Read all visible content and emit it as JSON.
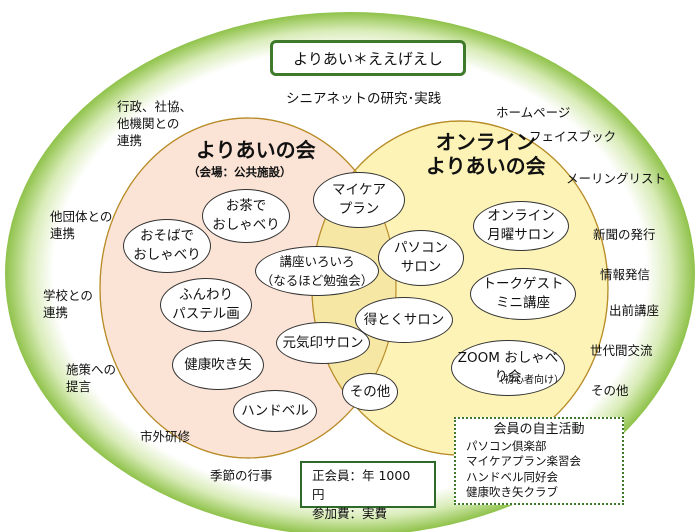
{
  "title": "よりあい＊ええげえし",
  "research_label": "シニアネットの研究･実践",
  "left_circle": {
    "title": "よりあいの会",
    "venue": "（会場：公共施設）",
    "items": [
      "お茶で\nおしゃべり",
      "おそばで\nおしゃべり",
      "ふんわり\nパステル画",
      "健康吹き矢",
      "ハンドベル"
    ]
  },
  "right_circle": {
    "title": "オンライン\nよりあいの会",
    "items": [
      "オンライン\n月曜サロン",
      "トークゲスト\nミニ講座",
      "ZOOM おしゃべ\nり会"
    ],
    "zoom_note": "（初心者向け）"
  },
  "overlap_items": [
    "マイケア\nプラン",
    "講座いろいろ\n（なるほど勉強会）",
    "パソコン\nサロン",
    "得とくサロン",
    "元気印サロン",
    "その他"
  ],
  "outer_left": [
    "行政、社協、\n他機関との\n連携",
    "他団体との\n連携",
    "学校との\n連携",
    "施策への\n提言",
    "市外研修",
    "季節の行事"
  ],
  "outer_right": [
    "ホームページ",
    "フェイスブック",
    "メーリングリスト",
    "新聞の発行",
    "情報発信",
    "出前講座",
    "世代間交流",
    "その他"
  ],
  "fees": {
    "member": "正会員：年 1000 円",
    "participation": "参加費：実費"
  },
  "clubs": {
    "title": "会員の自主活動",
    "items": [
      "パソコン倶楽部",
      "マイケアプラン楽習会",
      "ハンドベル同好会",
      "健康吹き矢クラブ"
    ]
  },
  "colors": {
    "outer_ring": "#8fc24a",
    "left_fill": "#fbe4d6",
    "right_fill": "#fdf3b6",
    "overlap_fill": "#f7e9a6",
    "circle_stroke": "#b98d2a",
    "border_green": "#3f7a2a"
  }
}
